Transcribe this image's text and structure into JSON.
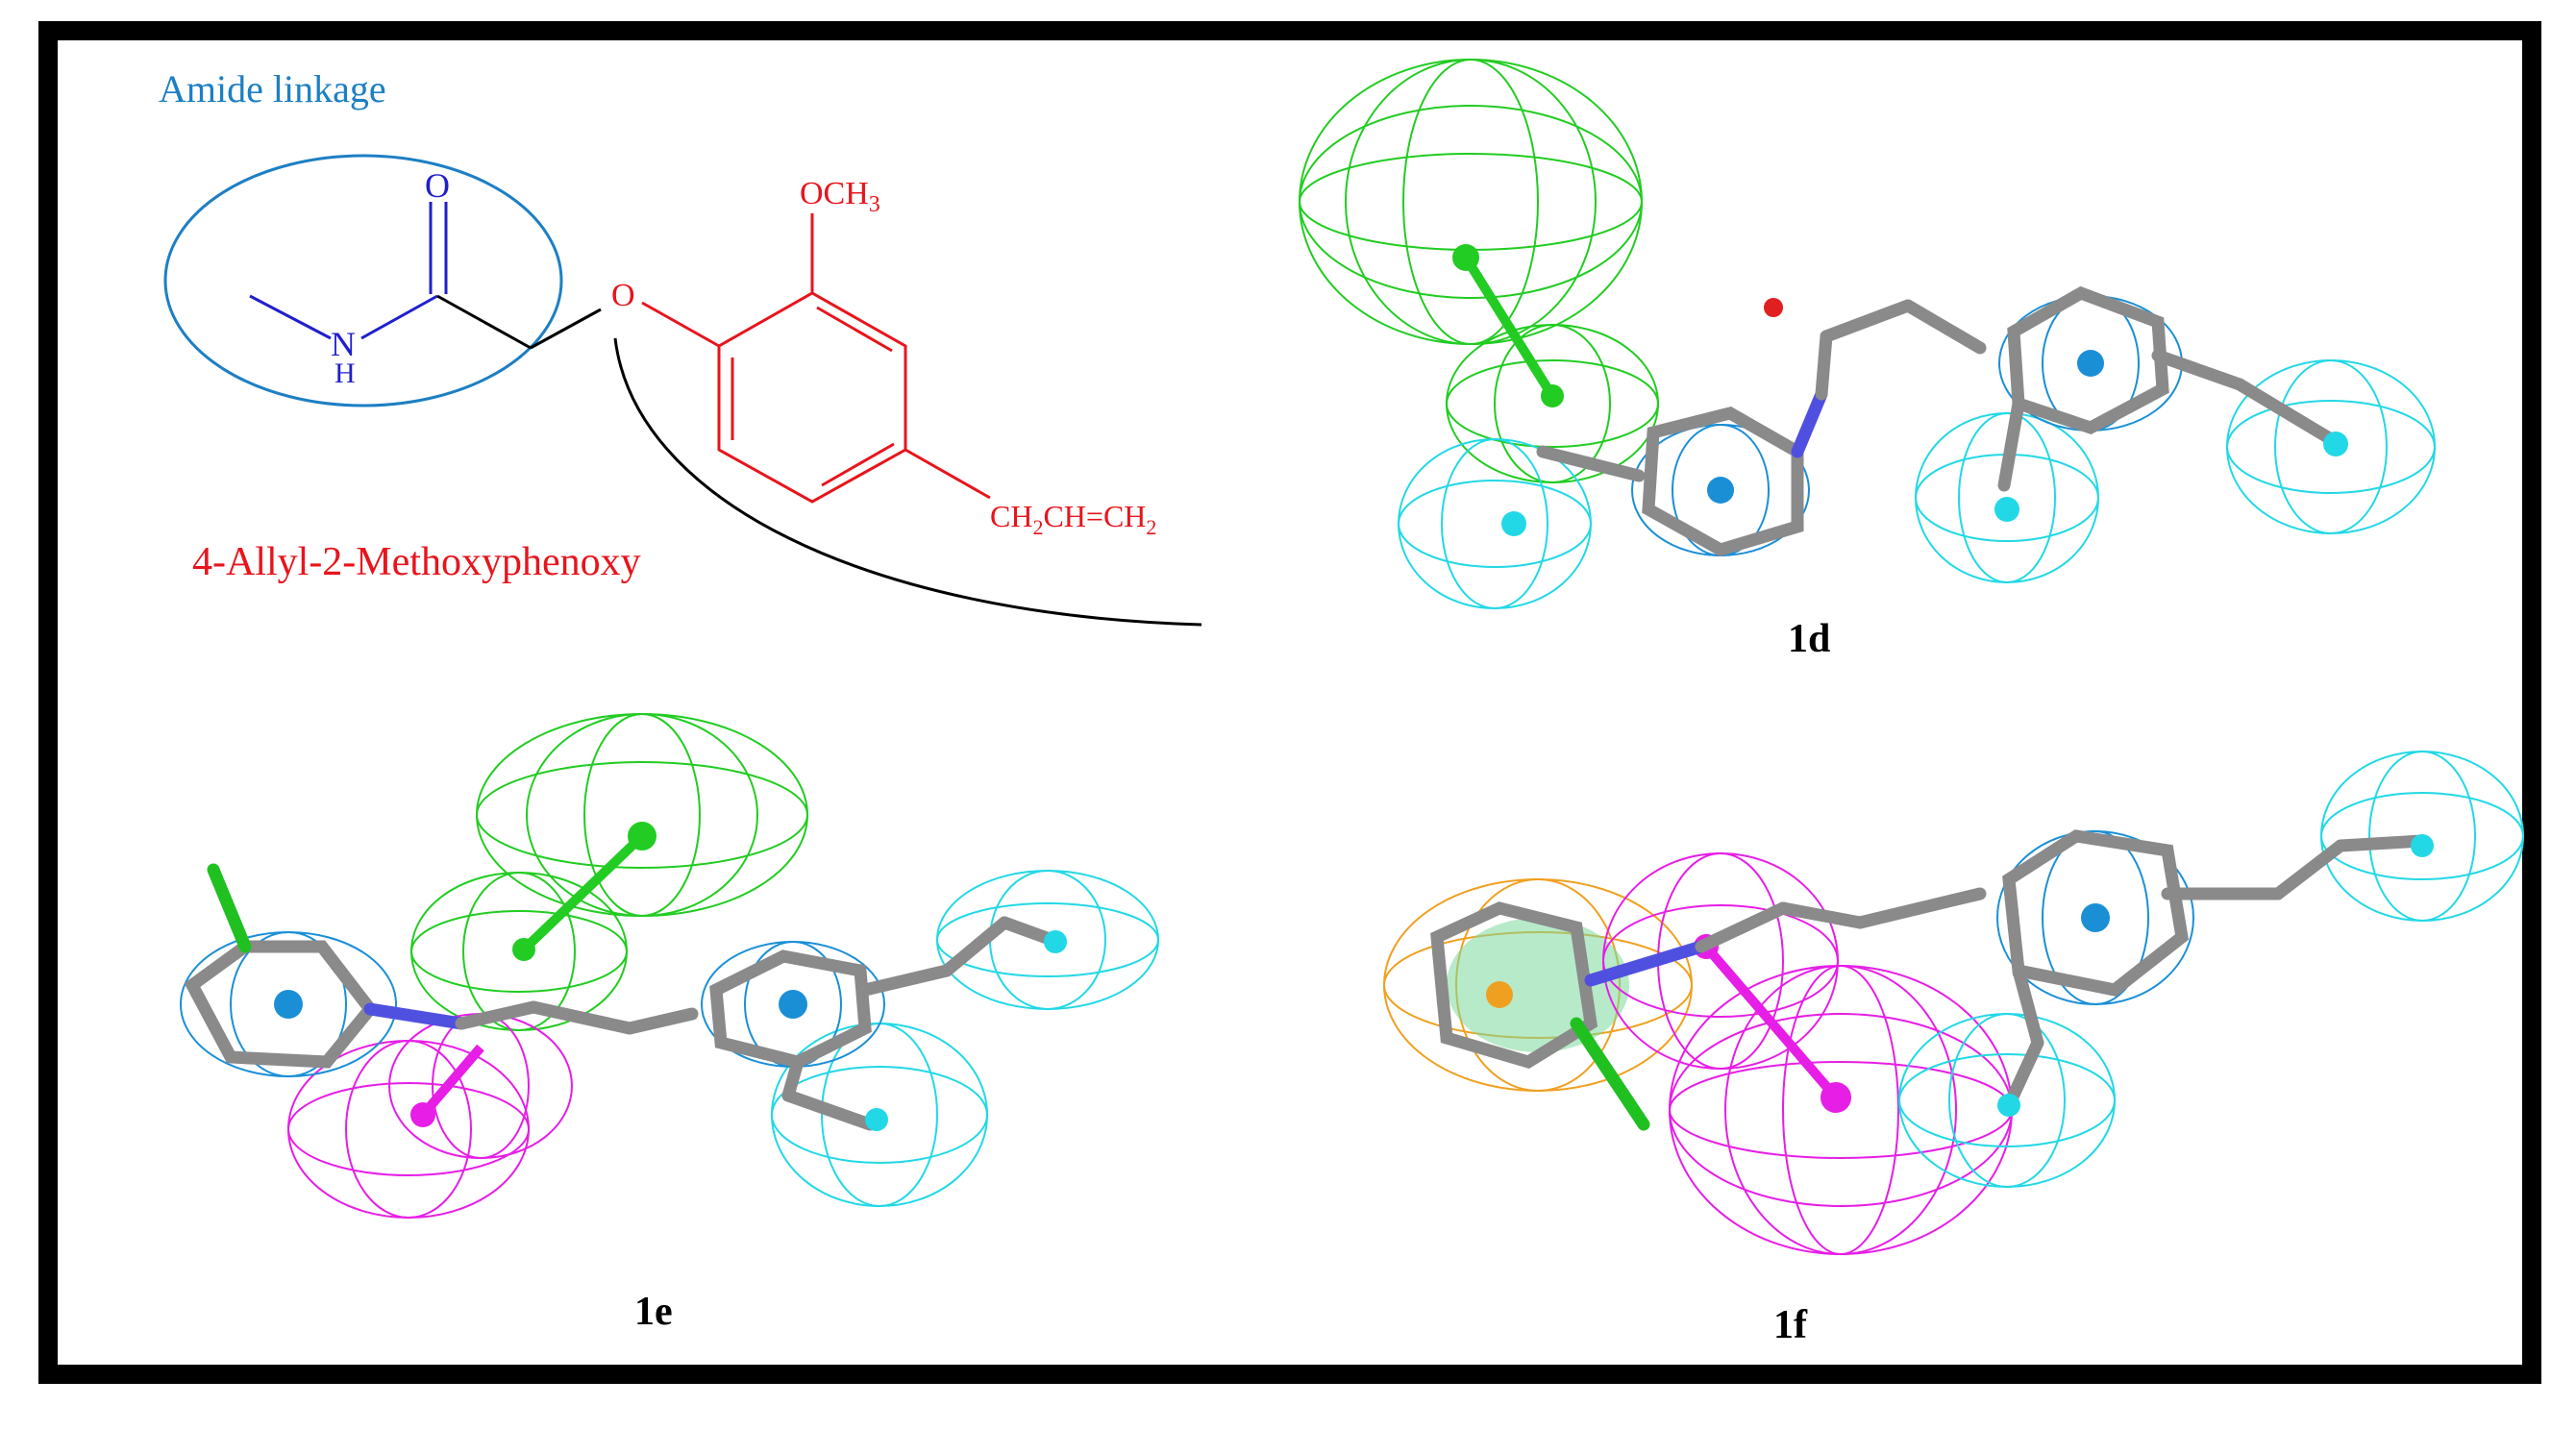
{
  "schematic": {
    "amide_label": "Amide linkage",
    "phenoxy_label": "4-Allyl-2-Methoxyphenoxy",
    "atoms": {
      "carbonyl_o": "O",
      "amide_n": "N",
      "amide_h": "H",
      "ether_o": "O",
      "methoxy": "OCH",
      "methoxy_sub": "3",
      "allyl_1": "CH",
      "allyl_1_sub": "2",
      "allyl_2": "CH=CH",
      "allyl_2_sub": "2"
    },
    "colors": {
      "amide": "#1f1fcc",
      "ellipse": "#1d7fc4",
      "phenoxy": "#e8141c",
      "bond": "#000000"
    }
  },
  "panels": [
    {
      "label": "1d"
    },
    {
      "label": "1e"
    },
    {
      "label": "1f"
    }
  ],
  "feature_colors": {
    "hydrophobic": "#22d8e6",
    "aromatic_ring": "#1b8fd6",
    "hbond_donor": "#e61ee6",
    "hbond_acceptor": "#22cc22",
    "ring_aromatic_orange": "#f0a020",
    "carbon": "#8a8a8a",
    "hydrogen": "#e8e8e8",
    "oxygen": "#e02020",
    "nitrogen": "#5050e0",
    "chlorine": "#20c020"
  }
}
